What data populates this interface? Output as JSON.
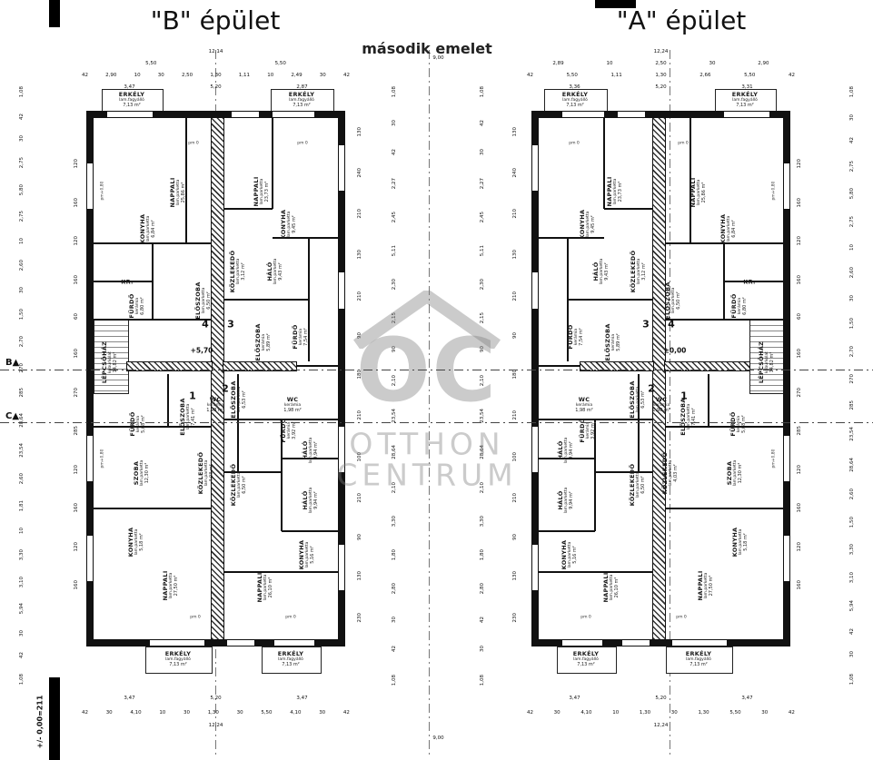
{
  "titles": {
    "building_b": "\"B\" épület",
    "building_a": "\"A\" épület",
    "subtitle": "második emelet",
    "left_note": "+/- 0,00=211"
  },
  "watermark": {
    "logo": "OC",
    "line1": "OTTHON",
    "line2": "CENTRUM"
  },
  "sections": {
    "b_label": "B",
    "c_label": "C",
    "marker": "▲"
  },
  "levels": {
    "b": "+5,70",
    "a": "±0,00"
  },
  "units": {
    "u1": "1",
    "u2": "2",
    "u3": "3",
    "u4": "4"
  },
  "annotations": {
    "pm0": "pm 0",
    "pm080": "pm+0,80"
  },
  "rooms": {
    "nappali_25": {
      "name": "NAPPALI",
      "sub": "lam.parketta",
      "area": "25,86 m²"
    },
    "nappali_23": {
      "name": "NAPPALI",
      "sub": "lam.parketta",
      "area": "23,73 m²"
    },
    "nappali_27": {
      "name": "NAPPALI",
      "sub": "lam.parketta",
      "area": "27,50 m²"
    },
    "nappali_26": {
      "name": "NAPPALI",
      "sub": "lam.parketta",
      "area": "26,10 m²"
    },
    "konyha_684": {
      "name": "KONYHA",
      "sub": "lam.parketta",
      "area": "6,84 m²"
    },
    "konyha_945": {
      "name": "KONYHA",
      "sub": "lam.parketta",
      "area": "9,45 m²"
    },
    "konyha_518": {
      "name": "KONYHA",
      "sub": "lam.parketta",
      "area": "5,18 m²"
    },
    "konyha_516": {
      "name": "KONYHA",
      "sub": "lam.parketta",
      "area": "5,16 m²"
    },
    "halo_943": {
      "name": "HÁLÓ",
      "sub": "lam.parketta",
      "area": "9,43 m²"
    },
    "halo_994": {
      "name": "HÁLÓ",
      "sub": "lam.parketta",
      "area": "9,94 m²"
    },
    "furdo_680": {
      "name": "FÜRDŐ",
      "sub": "kerámia",
      "area": "6,80 m²"
    },
    "furdo_754": {
      "name": "FÜRDŐ",
      "sub": "kerámia",
      "area": "7,54 m²"
    },
    "furdo_508": {
      "name": "FÜRDŐ",
      "sub": "kerámia",
      "area": "5,08 m²"
    },
    "furdo_392": {
      "name": "FÜRDŐ",
      "sub": "kerámia",
      "area": "3,92 m²"
    },
    "eloszoba_650": {
      "name": "ELŐSZOBA",
      "sub": "lam.parketta",
      "area": "6,50 m²"
    },
    "eloszoba_589": {
      "name": "ELŐSZOBA",
      "sub": "kerámia",
      "area": "5,89 m²"
    },
    "eloszoba_741": {
      "name": "ELŐSZOBA",
      "sub": "lam.parketta",
      "area": "7,41 m²"
    },
    "eloszoba_653": {
      "name": "ELŐSZOBA",
      "sub": "lam.parketta",
      "area": "6,53 m²"
    },
    "kozlekedo_312": {
      "name": "KÖZLEKEDŐ",
      "sub": "lam.parketta",
      "area": "3,12 m²"
    },
    "kozlekedo_403": {
      "name": "KÖZLEKEDŐ",
      "sub": "lam.parketta",
      "area": "4,03 m²"
    },
    "kozlekedo_650": {
      "name": "KÖZLEKEDŐ",
      "sub": "lam.parketta",
      "area": "6,50 m²"
    },
    "szoba_1230": {
      "name": "SZOBA",
      "sub": "lam.parketta",
      "area": "12,30 m²"
    },
    "wc_198": {
      "name": "WC",
      "sub": "kerámia",
      "area": "1,98 m²"
    },
    "kr": {
      "name": "KR.",
      "sub": "",
      "area": ""
    },
    "lepcsohaz": {
      "name": "LÉPCSŐHÁZ",
      "sub": "kőburkolat",
      "area": "14,82 m²"
    },
    "erkely": {
      "name": "ERKÉLY",
      "sub": "lam.fagyálló",
      "area": "7,13 m²"
    }
  },
  "dims": {
    "b_top1": [
      "12,14"
    ],
    "b_top2": [
      "5,50",
      "5,50"
    ],
    "b_top3": [
      "42",
      "2,90",
      "10",
      "30",
      "2,50",
      "1,30",
      "1,11",
      "10",
      "2,49",
      "30",
      "42"
    ],
    "b_top4": [
      "3,47",
      "5,20",
      "2,87"
    ],
    "a_top1": [
      "12,24"
    ],
    "a_top2": [
      "2,89",
      "10",
      "2,50",
      "30",
      "2,90"
    ],
    "a_top3": [
      "42",
      "5,50",
      "1,11",
      "1,30",
      "2,66",
      "5,50",
      "42"
    ],
    "a_top4": [
      "3,36",
      "5,20",
      "3,31"
    ],
    "top_center": [
      "9,00"
    ],
    "b_bot1": [
      "3,47",
      "5,20",
      "3,47"
    ],
    "b_bot2": [
      "42",
      "30",
      "4,10",
      "10",
      "30",
      "1,30",
      "30",
      "5,50",
      "4,10",
      "30",
      "42"
    ],
    "b_bot3": [
      "12,24"
    ],
    "a_bot1": [
      "3,47",
      "5,20",
      "3,47"
    ],
    "a_bot2": [
      "42",
      "30",
      "4,10",
      "10",
      "1,30",
      "30",
      "1,30",
      "5,50",
      "30",
      "42"
    ],
    "a_bot3": [
      "12,24"
    ],
    "bot_center": [
      "9,00"
    ],
    "far_left": [
      "1,08",
      "42",
      "30",
      "2,75",
      "5,80",
      "2,75",
      "10",
      "2,60",
      "30",
      "1,50",
      "2,70",
      "270",
      "285",
      "28,64",
      "23,54",
      "2,60",
      "1,81",
      "10",
      "3,30",
      "3,10",
      "5,94",
      "30",
      "42",
      "1,08"
    ],
    "far_right": [
      "1,08",
      "30",
      "42",
      "2,75",
      "5,80",
      "2,75",
      "10",
      "2,60",
      "30",
      "1,50",
      "2,70",
      "270",
      "285",
      "23,54",
      "28,64",
      "2,60",
      "1,50",
      "3,30",
      "3,10",
      "5,94",
      "42",
      "30",
      "1,08"
    ],
    "b_left_win": [
      "120",
      "160",
      "120",
      "160",
      "60",
      "160",
      "270",
      "285",
      "120",
      "160",
      "120",
      "160"
    ],
    "b_right_win": [
      "130",
      "240",
      "210",
      "130",
      "210",
      "90",
      "180",
      "210",
      "100",
      "210",
      "90",
      "130",
      "230"
    ],
    "a_left_win": [
      "130",
      "240",
      "210",
      "130",
      "210",
      "90",
      "180",
      "210",
      "100",
      "210",
      "90",
      "130",
      "230"
    ],
    "a_right_win": [
      "120",
      "160",
      "120",
      "160",
      "60",
      "160",
      "270",
      "285",
      "120",
      "160",
      "120",
      "160"
    ],
    "b_right_dims": [
      "1,08",
      "30",
      "42",
      "2,27",
      "2,45",
      "5,11",
      "2,30",
      "2,15",
      "90",
      "2,10",
      "23,54",
      "28,64",
      "2,10",
      "3,30",
      "1,80",
      "2,80",
      "30",
      "42",
      "1,08"
    ],
    "a_left_dims": [
      "1,08",
      "42",
      "30",
      "2,27",
      "2,45",
      "5,11",
      "2,30",
      "2,15",
      "90",
      "2,10",
      "23,54",
      "28,64",
      "2,10",
      "3,30",
      "1,80",
      "2,80",
      "42",
      "30",
      "1,08"
    ]
  }
}
